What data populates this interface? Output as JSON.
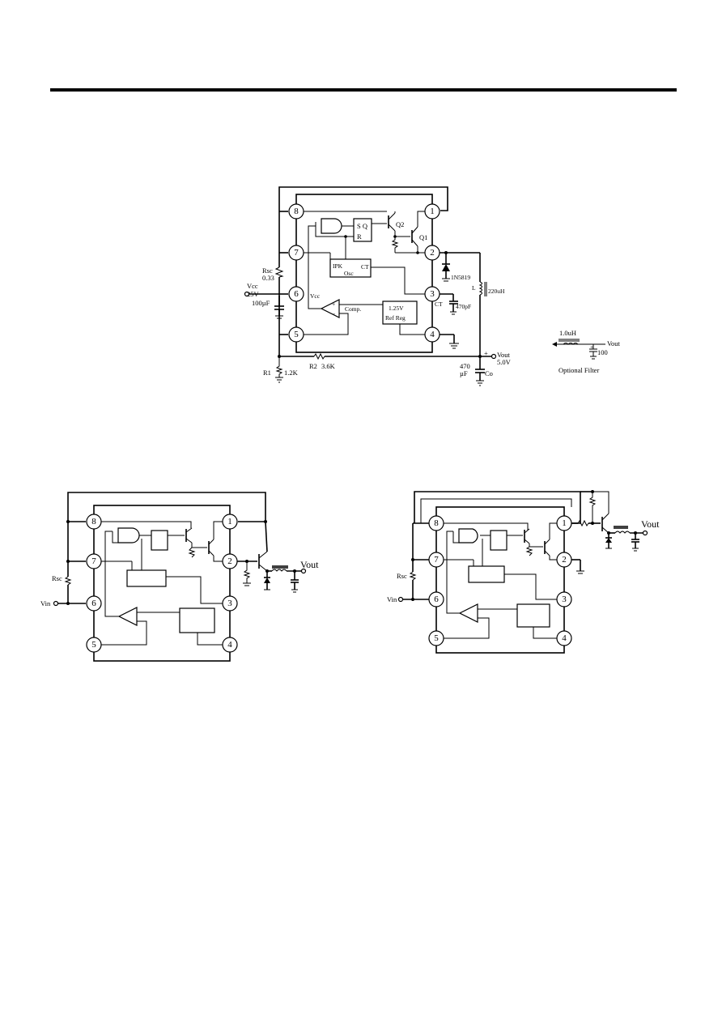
{
  "colors": {
    "ink": "#000000",
    "paper": "#ffffff"
  },
  "fig1": {
    "pins": [
      "8",
      "1",
      "7",
      "2",
      "6",
      "3",
      "5",
      "4"
    ],
    "sq_s": "S Q",
    "sq_r": "R",
    "ipk": "IPK",
    "osc": "Osc",
    "ct_small": "CT",
    "q2": "Q2",
    "q1": "Q1",
    "vcc_inner": "Vcc",
    "comp": "Comp.",
    "ref1": "1.25V",
    "ref2": "Ref Reg",
    "rsc1": "Rsc",
    "rsc2": "0.33",
    "vcc1": "Vcc",
    "vcc2": "25V",
    "vcc3": "100µF",
    "diode": "1N5819",
    "l": "L",
    "l_val": "220uH",
    "ct": "CT",
    "ct_val": "470pF",
    "r1": "R1",
    "r1_val": "1.2K",
    "r2": "R2",
    "r2_val": "3.6K",
    "co1": "470",
    "co2": "µF",
    "co3": "Co",
    "plus": "+",
    "vout1": "Vout",
    "vout2": "5.0V"
  },
  "filter": {
    "ind": "1.0uH",
    "vout": "Vout",
    "cap": "100",
    "plus": "+",
    "caption": "Optional Filter"
  },
  "fig2": {
    "pins": [
      "8",
      "1",
      "7",
      "2",
      "6",
      "3",
      "5",
      "4"
    ],
    "rsc": "Rsc",
    "vin": "Vin",
    "vout": "Vout"
  },
  "fig3": {
    "pins": [
      "8",
      "1",
      "7",
      "2",
      "6",
      "3",
      "5",
      "4"
    ],
    "rsc": "Rsc",
    "vin": "Vin",
    "vout": "Vout"
  }
}
